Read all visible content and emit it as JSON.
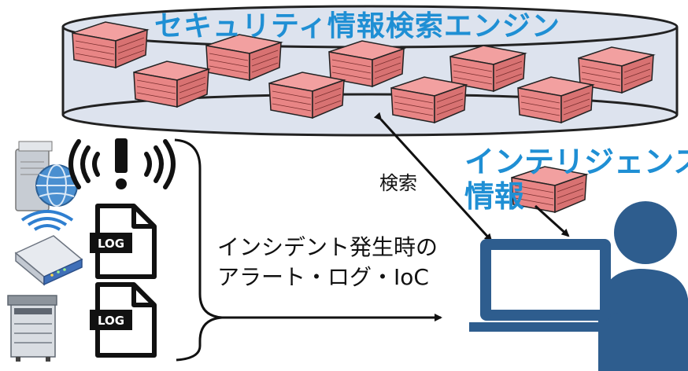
{
  "engine": {
    "title": "セキュリティ情報検索エンジン"
  },
  "intelligence": {
    "line1": "インテリジェンス",
    "line2": "情報"
  },
  "search": {
    "label": "検索"
  },
  "incident": {
    "line1": "インシデント発生時の",
    "line2": "アラート・ログ・IoC"
  },
  "log_files": [
    {
      "label": "LOG"
    },
    {
      "label": "LOG"
    }
  ],
  "alert": {
    "symbol": "(((!)))"
  },
  "colors": {
    "accent_blue": "#1f8fd4",
    "person_blue": "#2e5d8e",
    "box_red": "#e88585",
    "cylinder_fill": "#dde3ee"
  },
  "icons": [
    "server-globe-icon",
    "alert-signal-icon",
    "wifi-router-icon",
    "log-file-icon",
    "printer-icon",
    "user-laptop-icon"
  ]
}
